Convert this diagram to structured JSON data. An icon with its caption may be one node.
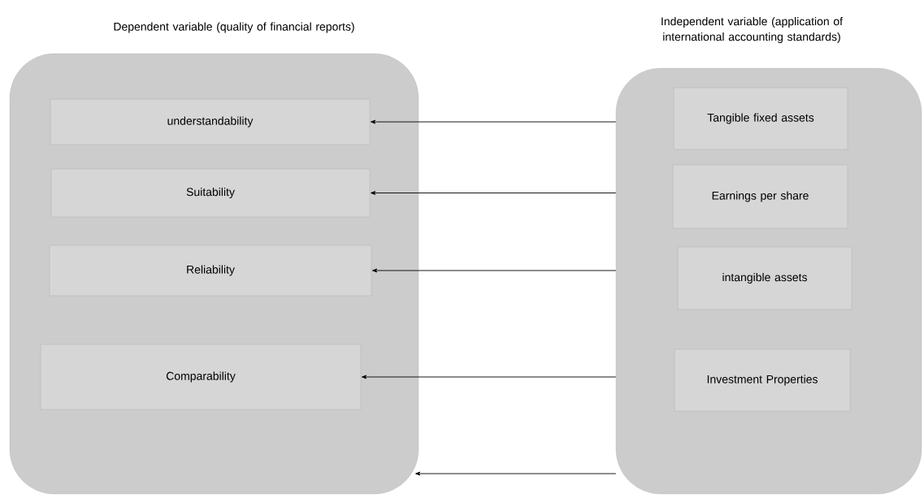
{
  "diagram": {
    "nodes": [
      {
        "text": [
          "Dependent variable (quality of financial reports)"
        ]
      },
      {
        "text": [
          "understandability"
        ],
        "in": 0
      },
      {
        "text": [
          "Suitability"
        ],
        "in": 0
      },
      {
        "text": [
          "Reliability"
        ],
        "in": 0
      },
      {
        "text": [
          "Comparability"
        ],
        "in": 0
      },
      {
        "text": [
          "Independent variable (application of international accounting standards)"
        ]
      },
      {
        "text": [
          "Tangible fixed assets"
        ],
        "in": 5
      },
      {
        "text": [
          "Earnings per share"
        ],
        "in": 5
      },
      {
        "text": [
          "intangible assets"
        ],
        "in": 5
      },
      {
        "text": [
          "Investment Properties"
        ],
        "in": 5
      }
    ],
    "edges": [
      {
        "from": 5,
        "to": 1,
        "arrow": "to"
      },
      {
        "from": 5,
        "to": 2,
        "arrow": "to"
      },
      {
        "from": 5,
        "to": 3,
        "arrow": "to"
      },
      {
        "from": 5,
        "to": 4,
        "arrow": "to"
      },
      {
        "from": 5,
        "to": 0,
        "arrow": "to"
      }
    ]
  }
}
